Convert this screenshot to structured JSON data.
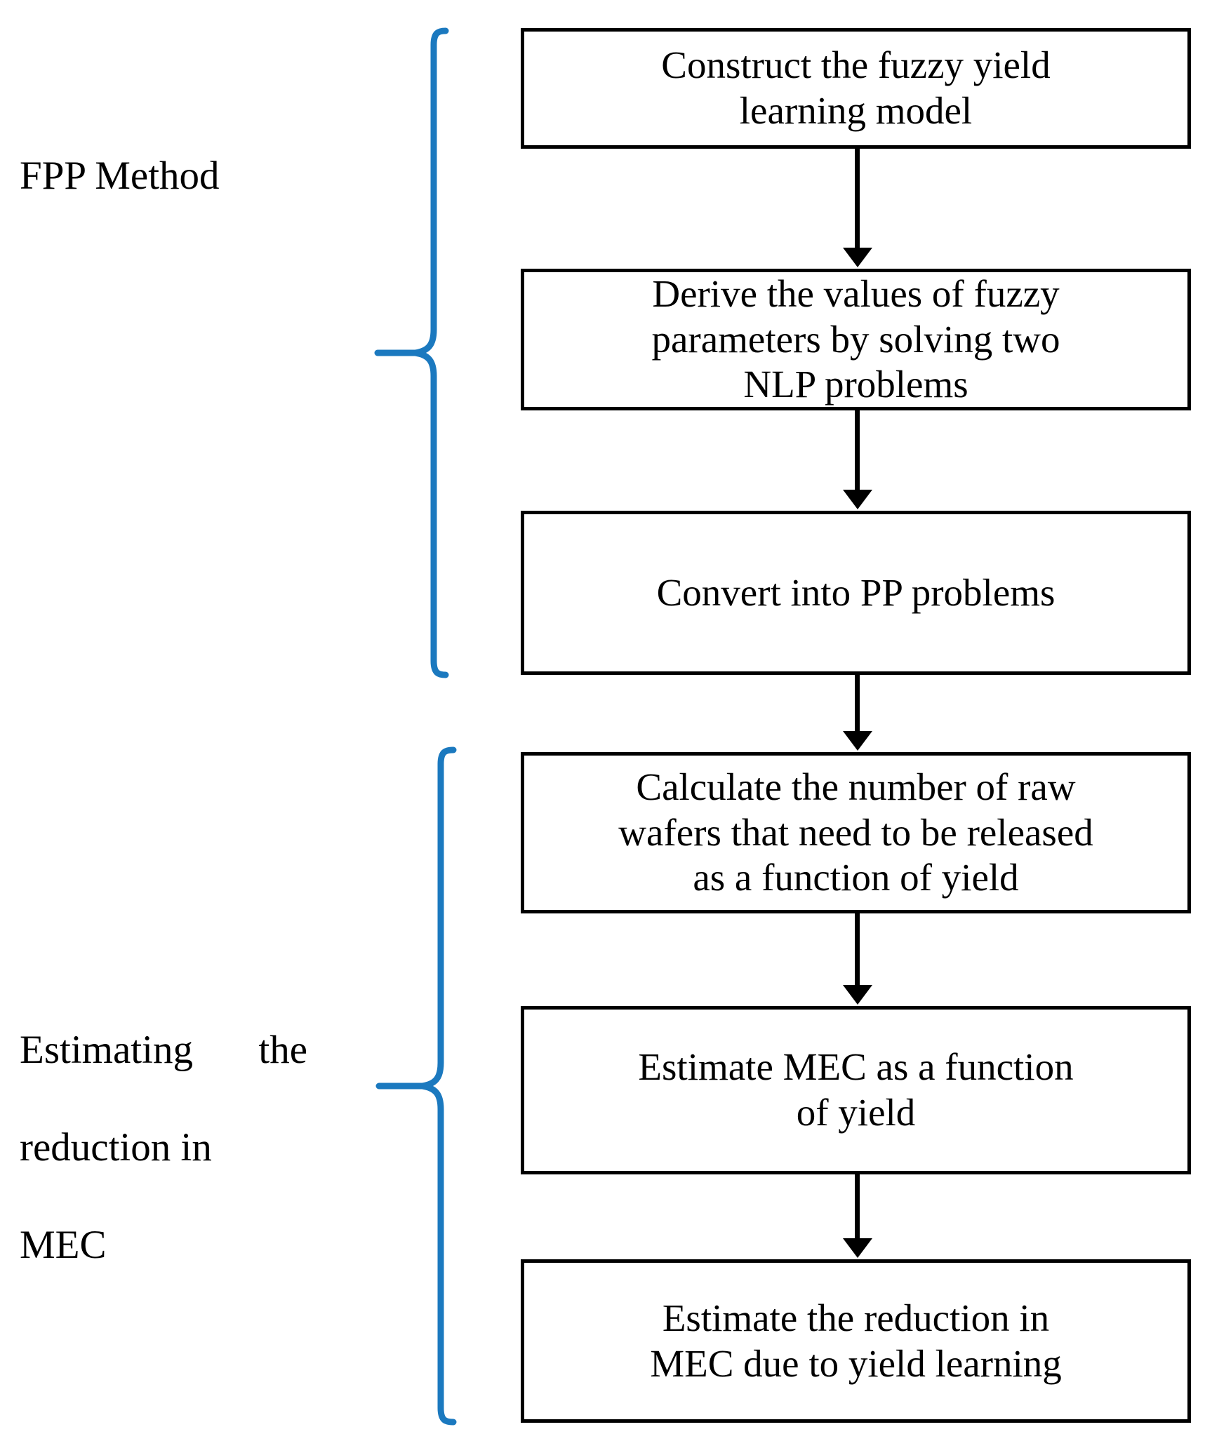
{
  "diagram": {
    "title": "FPP method and MEC reduction estimation flowchart",
    "brace_color": "#1b79bf",
    "box_border_color": "#000000",
    "text_color": "#000000",
    "background_color": "#ffffff",
    "groups": [
      {
        "id": "fpp",
        "label": "FPP Method",
        "label_lines": [
          "FPP Method"
        ],
        "step_ids": [
          "construct-model",
          "derive-parameters",
          "convert-pp"
        ]
      },
      {
        "id": "mec",
        "label": "Estimating the reduction in MEC",
        "label_lines": [
          "Estimating the",
          "reduction in",
          "MEC"
        ],
        "step_ids": [
          "calculate-wafers",
          "estimate-mec",
          "estimate-reduction"
        ]
      }
    ],
    "steps": [
      {
        "id": "construct-model",
        "text": "Construct the fuzzy yield\nlearning model",
        "group": "fpp"
      },
      {
        "id": "derive-parameters",
        "text": "Derive the values of fuzzy\nparameters by solving two\nNLP problems",
        "group": "fpp"
      },
      {
        "id": "convert-pp",
        "text": "Convert into PP problems",
        "group": "fpp"
      },
      {
        "id": "calculate-wafers",
        "text": "Calculate the number of raw\nwafers that need to be released\nas a function of yield",
        "group": "mec"
      },
      {
        "id": "estimate-mec",
        "text": "Estimate MEC as a function\nof yield",
        "group": "mec"
      },
      {
        "id": "estimate-reduction",
        "text": "Estimate the reduction in\nMEC due to yield learning",
        "group": "mec"
      }
    ],
    "connections": [
      {
        "from": "construct-model",
        "to": "derive-parameters"
      },
      {
        "from": "derive-parameters",
        "to": "convert-pp"
      },
      {
        "from": "convert-pp",
        "to": "calculate-wafers"
      },
      {
        "from": "calculate-wafers",
        "to": "estimate-mec"
      },
      {
        "from": "estimate-mec",
        "to": "estimate-reduction"
      }
    ]
  }
}
